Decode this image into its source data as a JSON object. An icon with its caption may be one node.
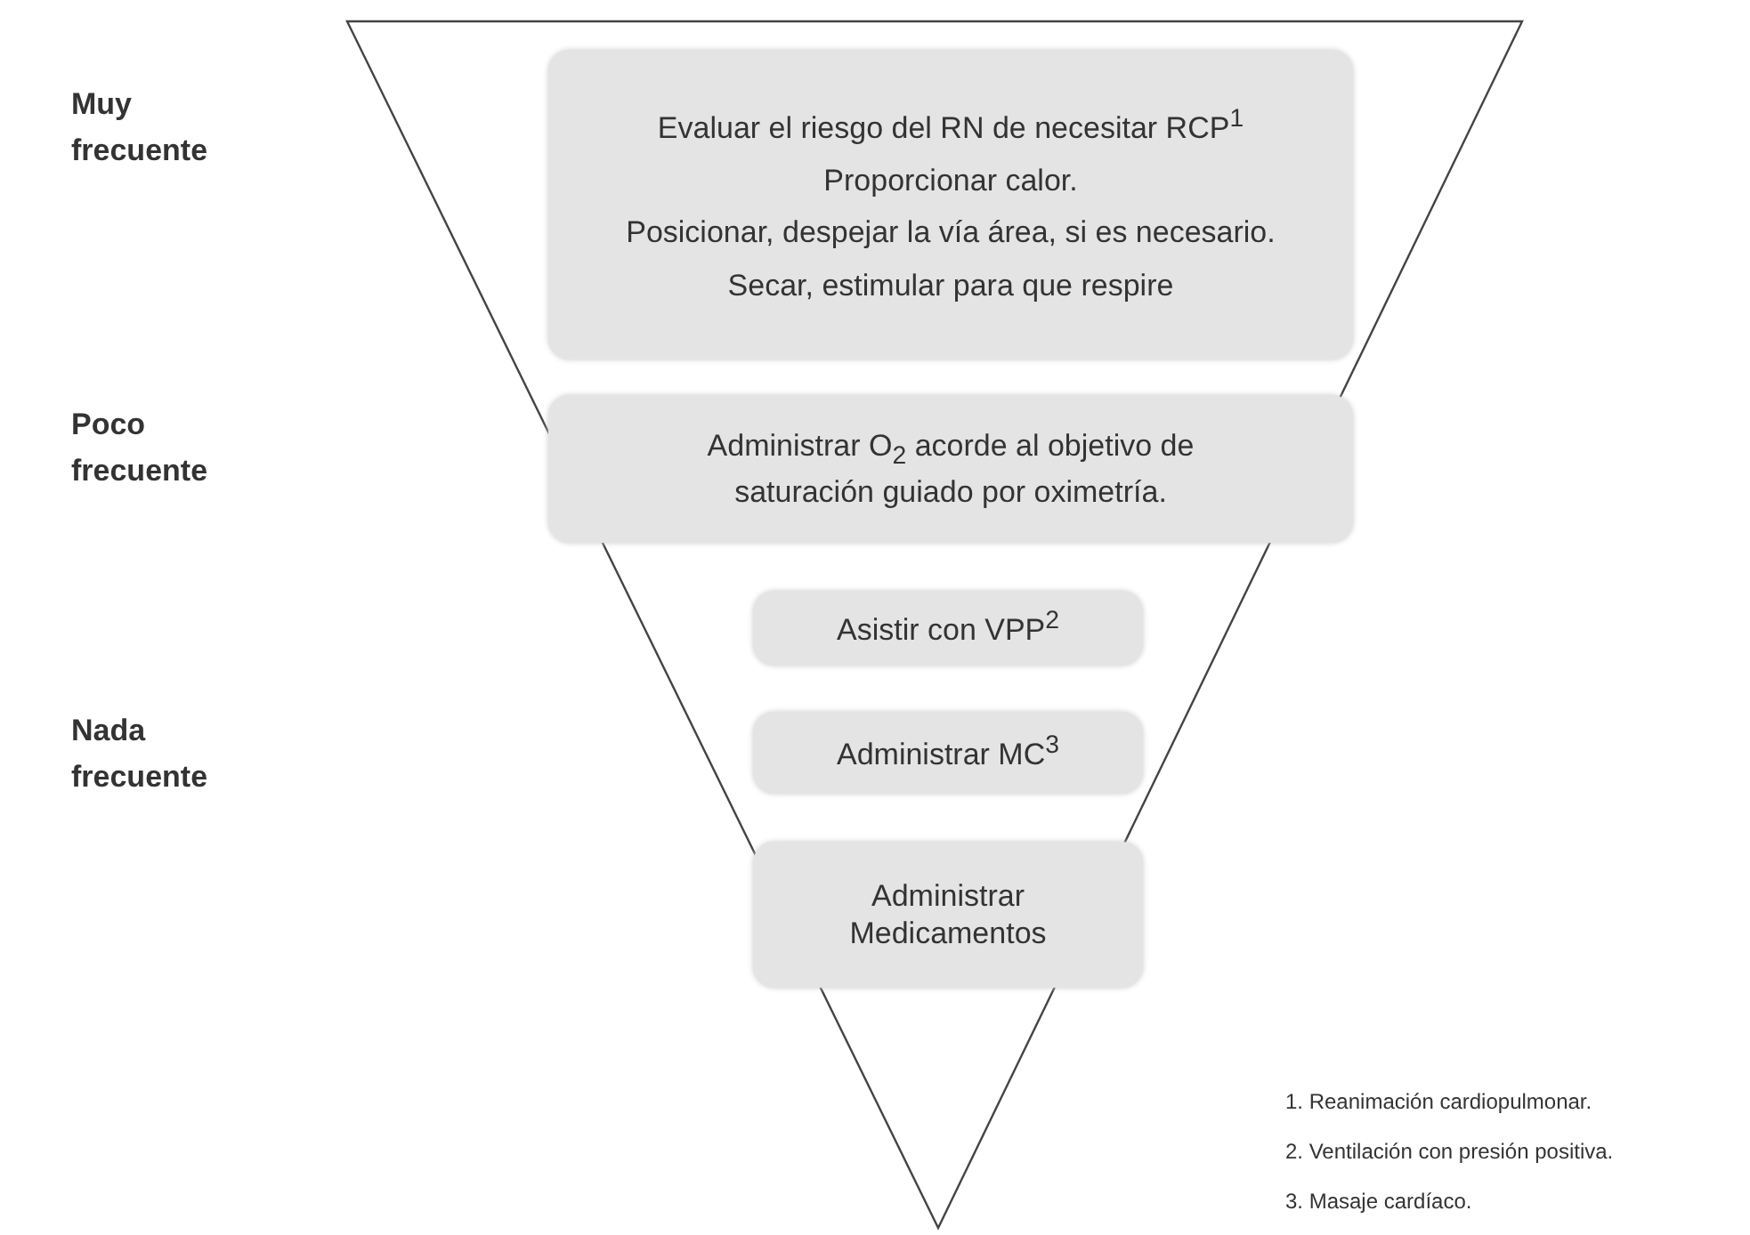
{
  "diagram": {
    "nodes": [
      {
        "text": [
          "Evaluar el riesgo del RN de necesitar RCP$^{1}$",
          "Proporcionar calor.",
          "Posicionar, despejar la vía área, si es necesario.",
          "Secar, estimular para que respire"
        ]
      },
      {
        "text": [
          "Administrar O$_{2}$ acorde al objetivo de saturación guiado por oximetría."
        ]
      },
      {
        "text": [
          "Asistir con VPP$^{2}$"
        ]
      },
      {
        "text": [
          "Administrar MC$^{3}$"
        ]
      },
      {
        "text": [
          "Administrar Medicamentos"
        ]
      }
    ],
    "edges": [],
    "labels": [
      "Muy frecuente",
      "Poco frecuente",
      "Nada frecuente",
      "1. Reanimación cardiopulmonar.",
      "2. Ventilación con presión positiva.",
      "3. Masaje cardíaco."
    ]
  }
}
